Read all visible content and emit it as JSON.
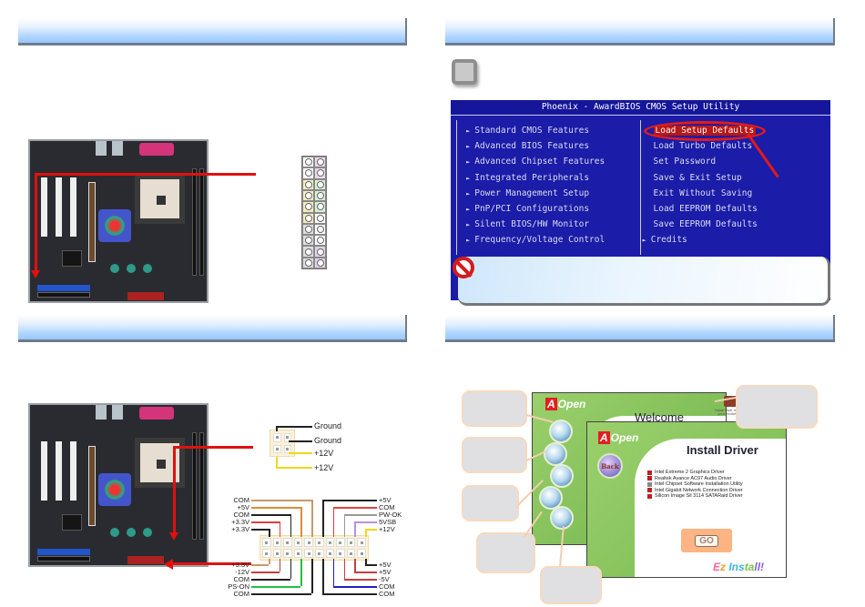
{
  "section_headers": [
    {
      "id": "top-left",
      "label": ""
    },
    {
      "id": "top-right",
      "label": ""
    },
    {
      "id": "bottom-left",
      "label": ""
    },
    {
      "id": "bottom-right",
      "label": ""
    }
  ],
  "bios": {
    "title": "Phoenix - AwardBIOS CMOS Setup Utility",
    "left_menu": [
      "Standard CMOS Features",
      "Advanced BIOS Features",
      "Advanced Chipset Features",
      "Integrated Peripherals",
      "Power Management Setup",
      "PnP/PCI Configurations",
      "Silent BIOS/HW Monitor",
      "Frequency/Voltage Control"
    ],
    "right_menu": [
      {
        "label": "Load Setup Defaults",
        "selected": true,
        "arrow": false
      },
      {
        "label": "Load Turbo Defaults",
        "selected": false,
        "arrow": false
      },
      {
        "label": "Set Password",
        "selected": false,
        "arrow": false
      },
      {
        "label": "Save & Exit Setup",
        "selected": false,
        "arrow": false
      },
      {
        "label": "Exit Without Saving",
        "selected": false,
        "arrow": false
      },
      {
        "label": "Load EEPROM Defaults",
        "selected": false,
        "arrow": false
      },
      {
        "label": "Save EEPROM Defaults",
        "selected": false,
        "arrow": false
      },
      {
        "label": "Credits",
        "selected": false,
        "arrow": true
      }
    ],
    "arrow_glyph": "►"
  },
  "power_12v": {
    "labels": [
      "Ground",
      "Ground",
      "+12V",
      "+12V"
    ]
  },
  "power_atx20": {
    "left_top": [
      "COM",
      "+5V",
      "COM",
      "+3.3V",
      "+3.3V"
    ],
    "left_bottom": [
      "+3.3V",
      "-12V",
      "COM",
      "PS-ON",
      "COM"
    ],
    "right_top": [
      "+5V",
      "COM",
      "PW-OK",
      "5VSB",
      "+12V"
    ],
    "right_bottom": [
      "+5V",
      "+5V",
      "-5V",
      "COM",
      "COM"
    ]
  },
  "installer": {
    "welcome_title": "Welcome",
    "install_title": "Install Driver",
    "logo_a": "A",
    "logo_text": "Open",
    "manual_text": "Install User manual of your motherboard",
    "back_label": "Back",
    "go_label": "GO",
    "ez_install": [
      "E",
      "z",
      " Ins",
      "ta",
      "ll!"
    ],
    "drivers": [
      "Intel Extreme 2 Graphics Driver",
      "Realtek Avance AC97 Audio Driver",
      "Intel Chipset Software Installation Utility",
      "Intel Gigabit Network Connection Driver",
      "Silicon Image Sil 3114 SATARaid Driver"
    ]
  },
  "colors": {
    "bios_bg": "#1b1ca8",
    "highlight": "#e21b1b",
    "header_gradient_end": "#99c8fb"
  }
}
